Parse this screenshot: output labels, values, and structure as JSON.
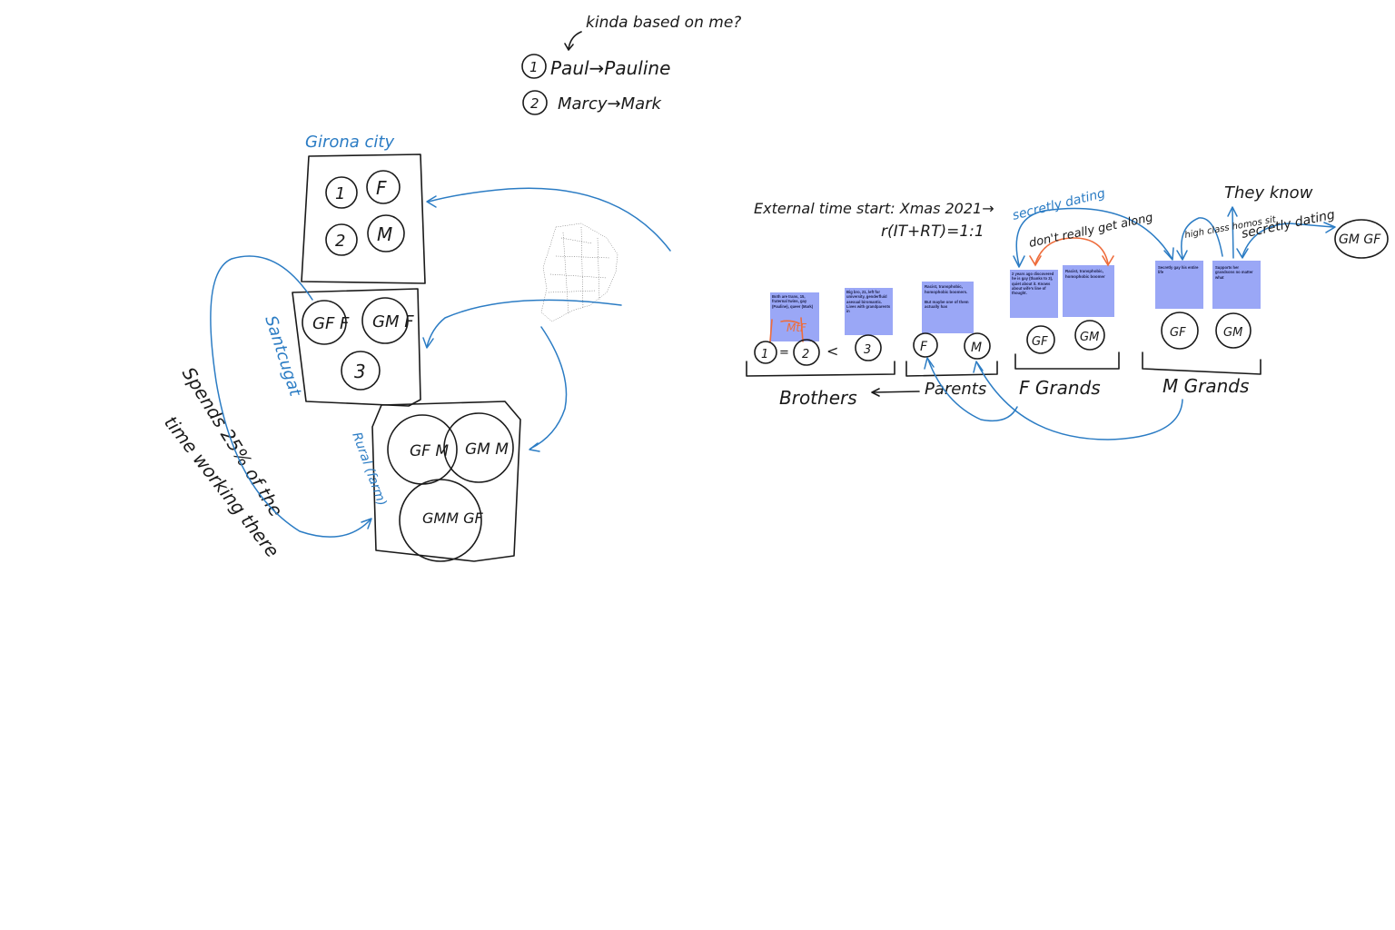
{
  "top_notes": {
    "annotation": "kinda based on me?",
    "line1_num": "1",
    "line1": "Paul→Pauline",
    "line2_num": "2",
    "line2": "Marcy→Mark"
  },
  "left_diagram": {
    "city_label": "Girona city",
    "city_members": [
      "1",
      "F",
      "2",
      "M"
    ],
    "town_label": "Santcugat",
    "town_members": [
      "GF F",
      "GM F",
      "3"
    ],
    "country_label": "Rural (farm)",
    "country_members": [
      "GF M",
      "GM M",
      "GMM GF"
    ],
    "side_note_1": "Spends 25% of the",
    "side_note_2": "time working there"
  },
  "right_diagram": {
    "timeline_title": "External time start: Xmas 2021→",
    "ratio": "r(IT+RT)=1:1",
    "arrow_secretly_dating_1": "secretly dating",
    "arrow_dont_really_get_along": "don't really get along",
    "arrow_they_know": "They know",
    "arrow_high_class": "high class homos sit",
    "arrow_secretly_dating_2": "secretly dating",
    "gm_gf": "GM GF",
    "orange_mark": "MtF",
    "groups": [
      {
        "label": "Brothers",
        "members": [
          "1",
          "=",
          "2",
          "<",
          "3"
        ]
      },
      {
        "label": "Parents",
        "members": [
          "F",
          "M"
        ]
      },
      {
        "label": "F Grands",
        "members": [
          "GF",
          "GM"
        ]
      },
      {
        "label": "M Grands",
        "members": [
          "GF",
          "GM"
        ]
      }
    ],
    "notes": [
      "Both are trans, 15, fraternal twins, gay (Pauline), queer (Mark)",
      "Big bro, 21, left for university, genderfluid asexual biromantic. Lives with grandparents in",
      "Racist, transphobic, homophobic boomers.\n\nBut maybe one of them actually has",
      "2 years ago discovered he is gay (thanks to 3), quiet about it. Knows about wife's line of thought.",
      "Racist, transphobic, homophobic boomer",
      "Secretly gay his entire life",
      "Supports her grandsons no matter what"
    ]
  },
  "colors": {
    "ink": "#1a1a1a",
    "blue_ink": "#2b7cc4",
    "orange_ink": "#ee6c3b",
    "sticky_note": "#9aa7f6"
  }
}
